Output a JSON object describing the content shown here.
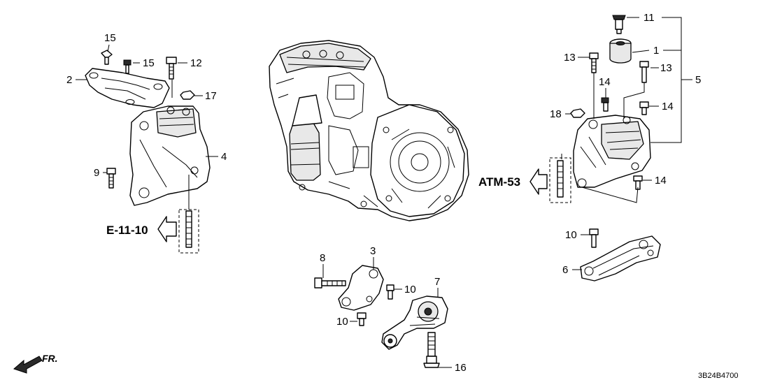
{
  "callouts": {
    "c15a": "15",
    "c15b": "15",
    "c12": "12",
    "c2": "2",
    "c17": "17",
    "c4": "4",
    "c9": "9",
    "c11": "11",
    "c1": "1",
    "c13a": "13",
    "c13b": "13",
    "c5": "5",
    "c14a": "14",
    "c14b": "14",
    "c18": "18",
    "c14c": "14",
    "c10a": "10",
    "c6": "6",
    "c8": "8",
    "c3": "3",
    "c10b": "10",
    "c10c": "10",
    "c7": "7",
    "c16": "16"
  },
  "references": {
    "left": "E-11-10",
    "right": "ATM-53"
  },
  "direction_label": "FR.",
  "diagram_code": "3B24B4700"
}
